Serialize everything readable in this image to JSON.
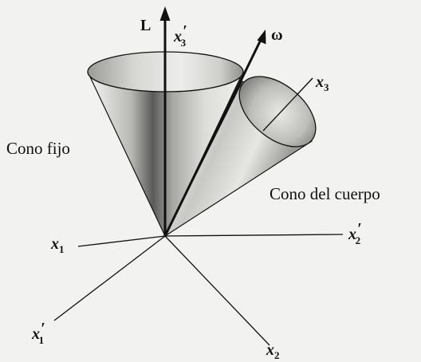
{
  "labels": {
    "angular_momentum": "L",
    "angular_velocity": "ω",
    "fixed_cone": "Cono fijo",
    "body_cone": "Cono del cuerpo",
    "x1": {
      "base": "x",
      "sub": "1"
    },
    "x2": {
      "base": "x",
      "sub": "2"
    },
    "x3": {
      "base": "x",
      "sub": "3"
    },
    "x1_prime": {
      "base": "x",
      "prime": "′",
      "sub": "1"
    },
    "x2_prime": {
      "base": "x",
      "prime": "′",
      "sub": "2"
    },
    "x3_prime": {
      "base": "x",
      "prime": "′",
      "sub": "3"
    }
  }
}
